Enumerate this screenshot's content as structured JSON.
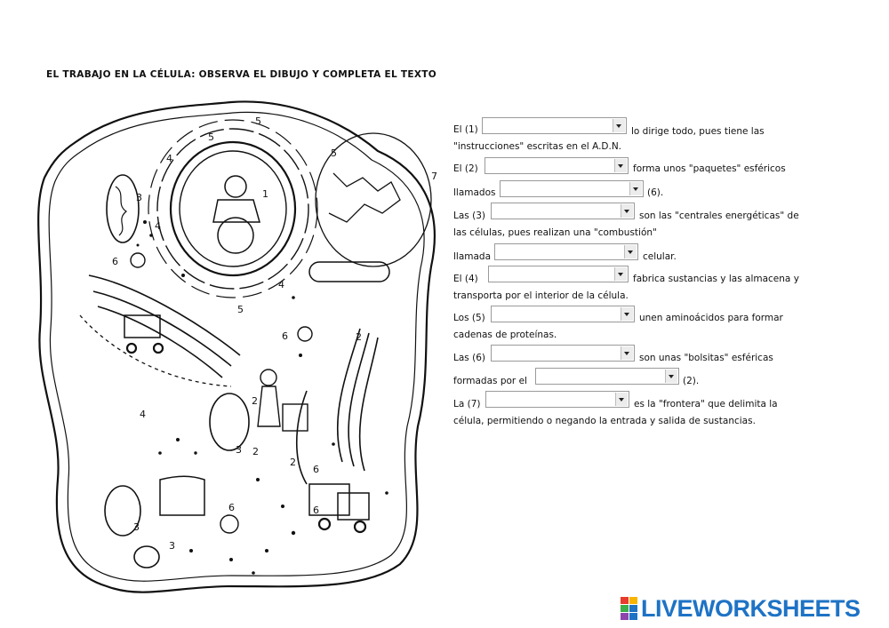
{
  "title": "EL TRABAJO EN LA CÉLULA: OBSERVA EL DIBUJO Y COMPLETA EL TEXTO",
  "diagram_labels": [
    "1",
    "2",
    "2",
    "2",
    "2",
    "3",
    "3",
    "3",
    "3",
    "4",
    "4",
    "4",
    "4",
    "5",
    "5",
    "5",
    "5",
    "6",
    "6",
    "6",
    "6",
    "6",
    "7"
  ],
  "text": {
    "l1a": "El (1)",
    "l1b": "lo dirige todo, pues tiene las",
    "l1c": "\"instrucciones\" escritas en el A.D.N.",
    "l2a": "El (2)",
    "l2b": "forma unos \"paquetes\" esféricos",
    "l2c": "llamados",
    "l2d": "(6).",
    "l3a": "Las (3)",
    "l3b": "son las \"centrales energéticas\" de",
    "l3c": "las células, pues realizan una \"combustión\"",
    "l3d": "llamada",
    "l3e": "celular.",
    "l4a": "El (4)",
    "l4b": "fabrica sustancias y las almacena y",
    "l4c": "transporta por el interior de la célula.",
    "l5a": "Los (5)",
    "l5b": "unen aminoácidos para formar",
    "l5c": "cadenas de proteínas.",
    "l6a": "Las (6)",
    "l6b": "son unas \"bolsitas\" esféricas",
    "l6c": "formadas por el",
    "l6d": "(2).",
    "l7a": "La (7)",
    "l7b": "es la \"frontera\" que delimita la",
    "l7c": "célula, permitiendo o negando la entrada y salida de sustancias."
  },
  "dropdowns": [
    "",
    "",
    "",
    "",
    "",
    "",
    "",
    "",
    "",
    ""
  ],
  "logo": {
    "text": "LIVEWORKSHEETS",
    "color": "#1e73c5",
    "icon_colors": [
      "#e63b2e",
      "#f7b500",
      "#3cae4a",
      "#1e73c5",
      "#8e44ad",
      "#1e73c5"
    ]
  }
}
